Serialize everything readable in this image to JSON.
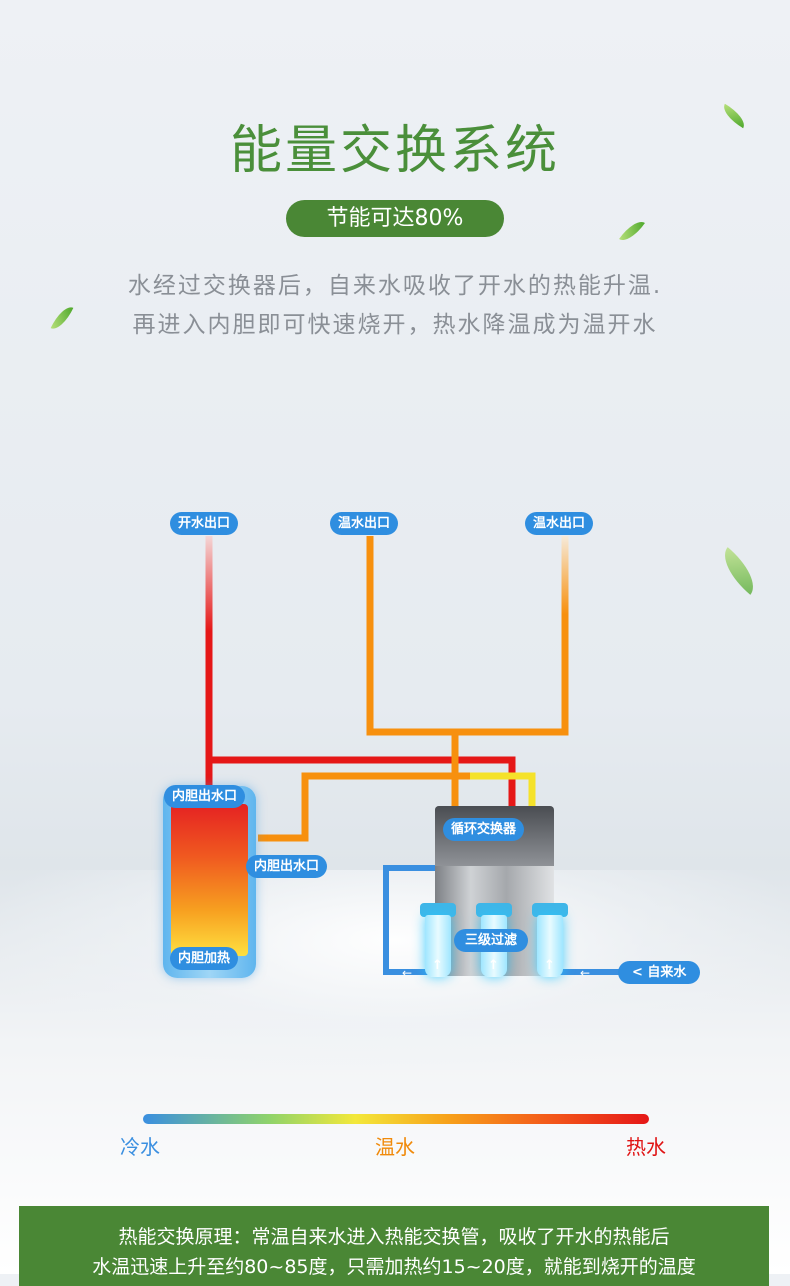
{
  "header": {
    "title": "能量交换系统",
    "badge": "节能可达80%",
    "desc_line1": "水经过交换器后，自来水吸收了开水的热能升温.",
    "desc_line2": "再进入内胆即可快速烧开，热水降温成为温开水"
  },
  "diagram": {
    "labels": {
      "boiling_outlet": "开水出口",
      "warm_outlet_1": "温水出口",
      "warm_outlet_2": "温水出口",
      "tank_top_outlet": "内胆出水口",
      "tank_side_outlet": "内胆出水口",
      "tank_heating": "内胆加热",
      "exchanger": "循环交换器",
      "filters": "三级过滤",
      "tap_water": "< 自来水"
    },
    "colors": {
      "hot": "#e51717",
      "warm": "#f7900e",
      "yellow": "#f5e22a",
      "cold": "#3a8fe0"
    }
  },
  "legend": {
    "cold": "冷水",
    "warm": "温水",
    "hot": "热水",
    "cold_color": "#3a8fe0",
    "warm_color": "#f08a0a",
    "hot_color": "#e01414"
  },
  "footer": {
    "line1": "热能交换原理：常温自来水进入热能交换管，吸收了开水的热能后",
    "line2": "水温迅速上升至约80~85度，只需加热约15~20度，就能到烧开的温度"
  }
}
